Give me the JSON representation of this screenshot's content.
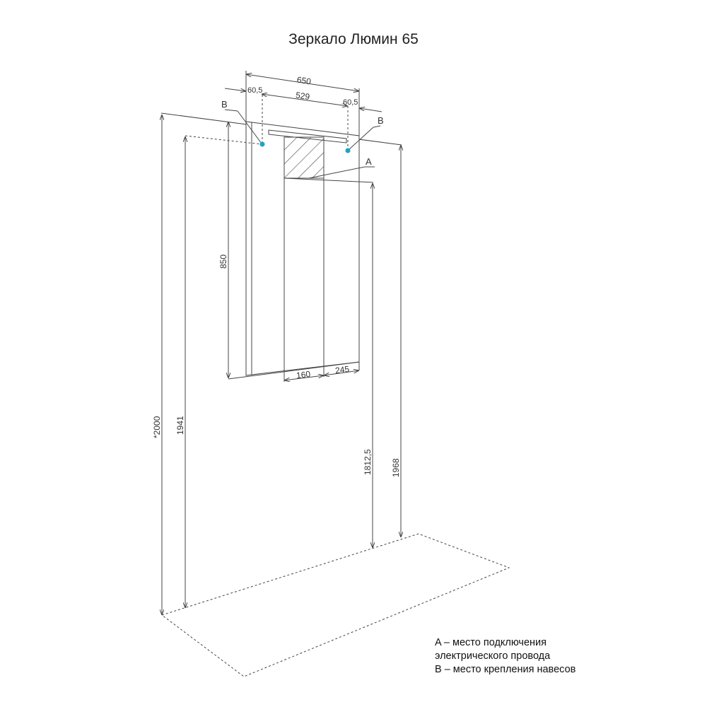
{
  "title": "Зеркало Люмин 65",
  "dimensions": {
    "total_width": "650",
    "side_left": "60,5",
    "between_mounts": "529",
    "side_right": "60,5",
    "height": "850",
    "floor_to_top": "*2000",
    "floor_to_mount": "1941",
    "floor_to_wire": "1812,5",
    "floor_to_top_right": "1968",
    "wire_offset": "160",
    "wire_offset_right": "245"
  },
  "markers": {
    "a": "A",
    "b_left": "B",
    "b_right": "B"
  },
  "legend": [
    "A – место подключения",
    "электрического провода",
    "B – место крепления навесов"
  ],
  "colors": {
    "mount_point": "#1aa6c4",
    "line": "#444444"
  }
}
